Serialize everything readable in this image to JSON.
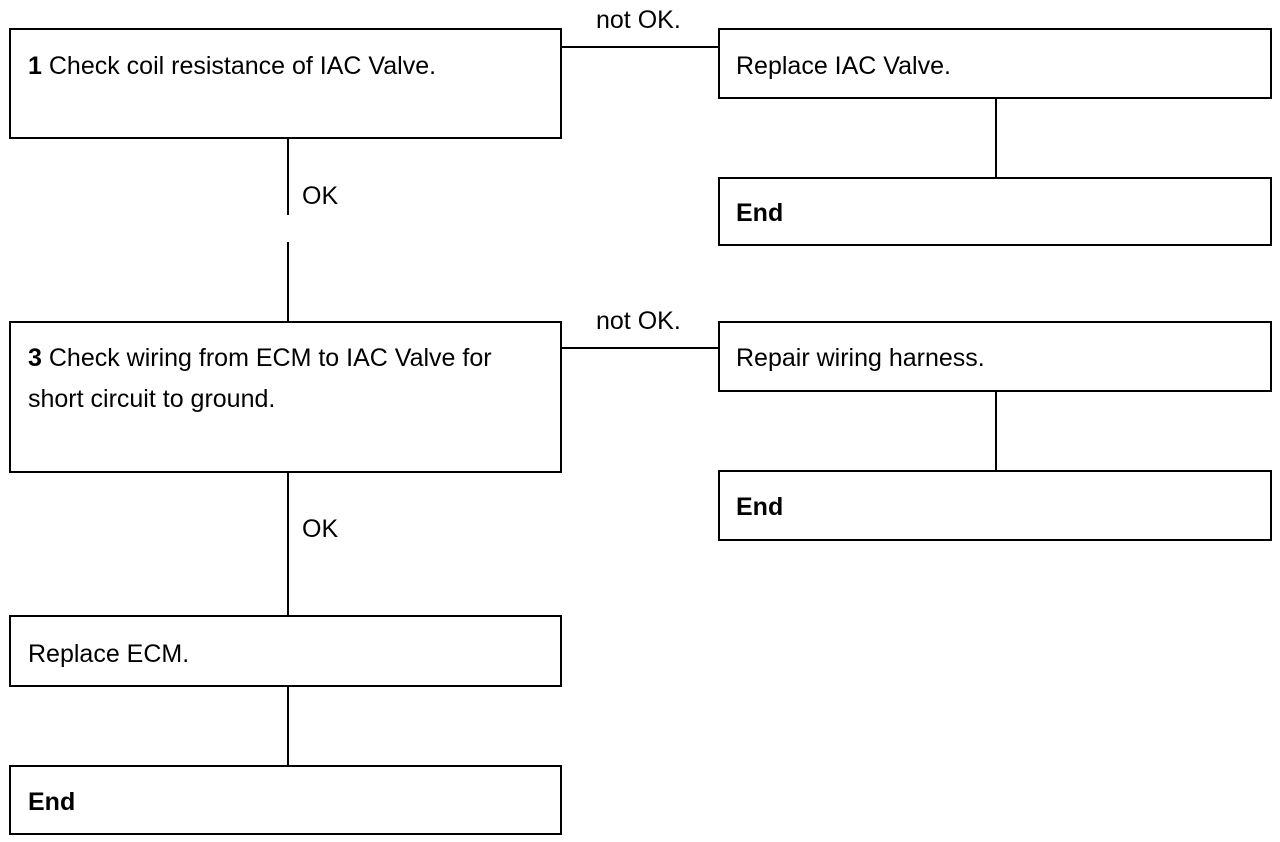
{
  "steps": {
    "step1": {
      "number": "1",
      "text": "Check coil resistance of IAC Valve."
    },
    "step3": {
      "number": "3",
      "line1": "Check wiring from ECM to IAC Valve for",
      "line2": "short circuit to ground."
    }
  },
  "actions": {
    "replace_iac": "Replace IAC Valve.",
    "repair_wiring": "Repair wiring harness.",
    "replace_ecm": "Replace ECM."
  },
  "ends": {
    "end_top_right": "End",
    "end_mid_right": "End",
    "end_bottom": "End"
  },
  "edges": {
    "step1_not_ok": "not OK.",
    "step1_ok": "OK",
    "step3_not_ok": "not OK.",
    "step3_ok": "OK"
  }
}
